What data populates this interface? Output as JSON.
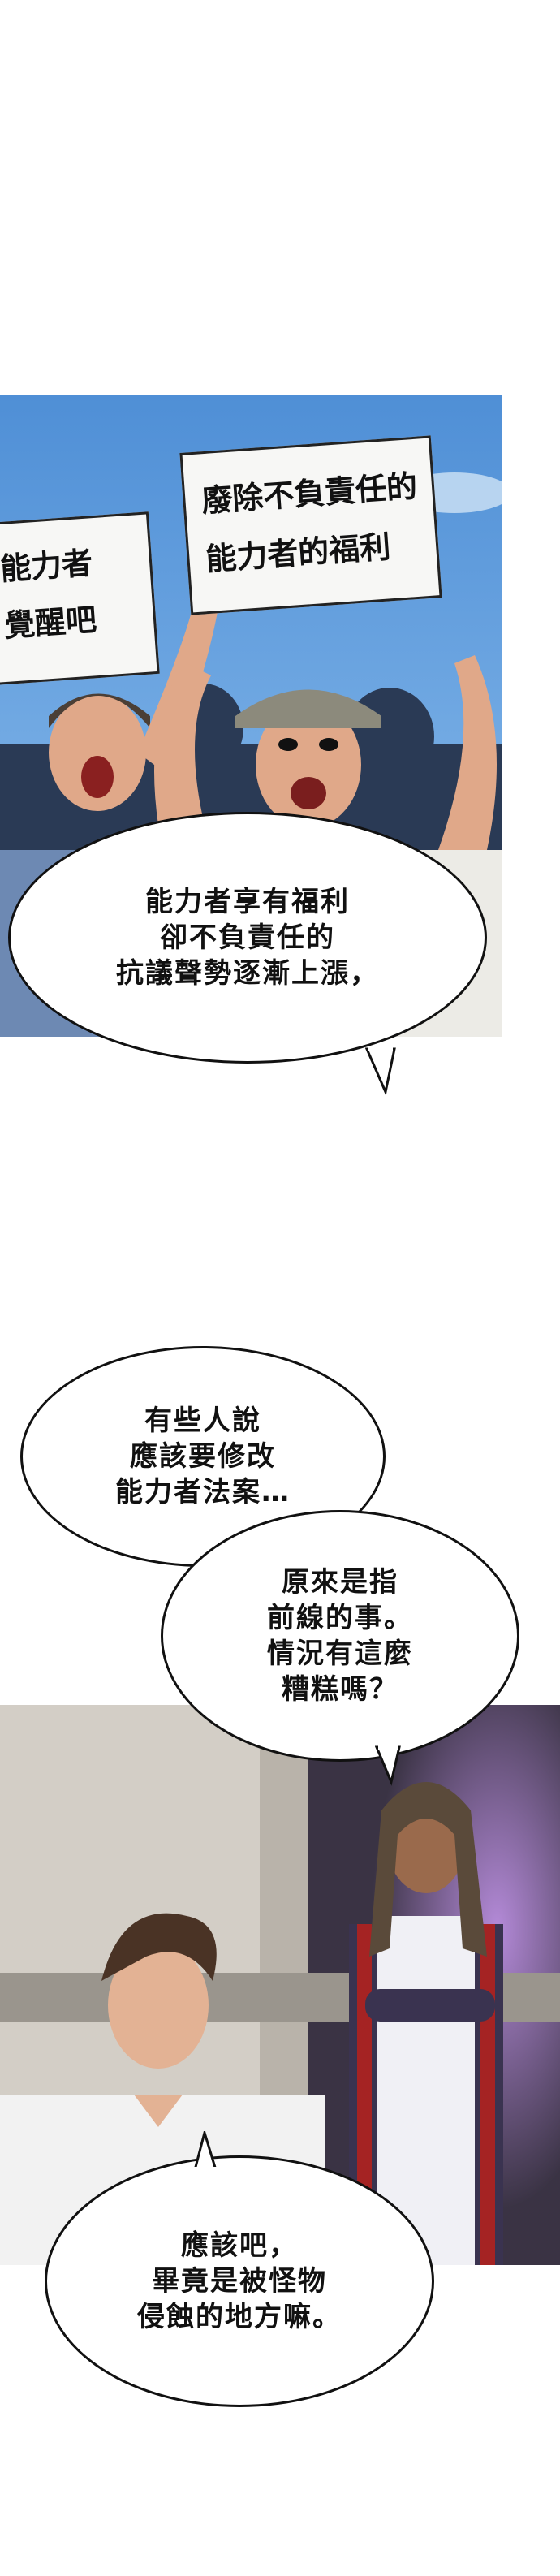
{
  "panel1": {
    "sign_left": "能力者\n覺醒吧",
    "sign_right": "廢除不負責任的\n能力者的福利",
    "bubble": "能力者享有福利\n卻不負責任的\n抗議聲勢逐漸上漲，"
  },
  "panel2": {
    "bubble_a": "有些人說\n應該要修改\n能力者法案…",
    "bubble_b": "原來是指\n前線的事。\n情況有這麼\n糟糕嗎？",
    "bubble_c": "應該吧，\n畢竟是被怪物\n侵蝕的地方嘛。"
  }
}
